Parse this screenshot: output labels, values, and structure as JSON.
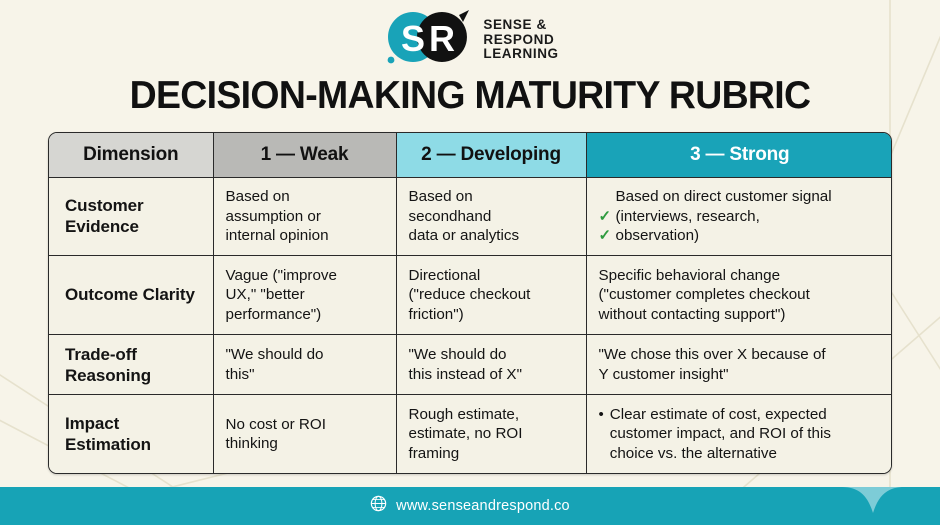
{
  "brand": {
    "logo_letter_left": "S",
    "logo_letter_right": "R",
    "name_line1": "Sense &",
    "name_line2": "Respond",
    "name_line3": "Learning",
    "teal": "#19a3b8",
    "black": "#111111"
  },
  "page": {
    "title": "Decision-Making Maturity Rubric",
    "background": "#f7f4e9"
  },
  "table": {
    "headers": [
      {
        "label": "Dimension",
        "bg": "#d6d6d2"
      },
      {
        "label": "1 — Weak",
        "bg": "#b9b9b6"
      },
      {
        "label": "2 — Developing",
        "bg": "#8edbe6"
      },
      {
        "label": "3 — Strong",
        "bg": "#19a3b8"
      }
    ],
    "rows": [
      {
        "dimension": "Customer Evidence",
        "weak": [
          "Based on",
          "assumption or",
          "internal opinion"
        ],
        "developing": [
          "Based on",
          "secondhand",
          "data or analytics"
        ],
        "strong": [
          "Based on direct customer signal",
          "(interviews, research,",
          "observation)"
        ],
        "strong_marks": [
          "none",
          "check",
          "check"
        ],
        "strong_bullet": false
      },
      {
        "dimension": "Outcome Clarity",
        "weak": [
          "Vague (\"improve",
          "UX,\" \"better",
          "performance\")"
        ],
        "developing": [
          "Directional",
          "(\"reduce  checkout",
          "friction\")"
        ],
        "strong": [
          "Specific behavioral change",
          "(\"customer completes checkout",
          "without contacting support\")"
        ],
        "strong_marks": [
          "none",
          "none",
          "none"
        ],
        "strong_bullet": false
      },
      {
        "dimension": "Trade-off Reasoning",
        "weak": [
          "\"We should do",
          "this\""
        ],
        "developing": [
          "\"We should do",
          "this instead of X\""
        ],
        "strong": [
          "\"We chose this over X because of",
          "Y customer insight\""
        ],
        "strong_marks": [
          "none",
          "none"
        ],
        "strong_bullet": false
      },
      {
        "dimension": "Impact Estimation",
        "weak": [
          "No cost or ROI",
          "thinking"
        ],
        "developing": [
          "Rough estimate,",
          "estimate, no ROI",
          "framing"
        ],
        "strong": [
          "Clear estimate of cost, expected",
          "customer impact, and ROI of this",
          "choice vs. the alternative"
        ],
        "strong_marks": [
          "none",
          "none",
          "none"
        ],
        "strong_bullet": true,
        "bullet_glyph": "•"
      }
    ]
  },
  "footer": {
    "url": "www.senseandrespond.co",
    "icon": "globe-icon",
    "bg": "#17a3b6"
  }
}
